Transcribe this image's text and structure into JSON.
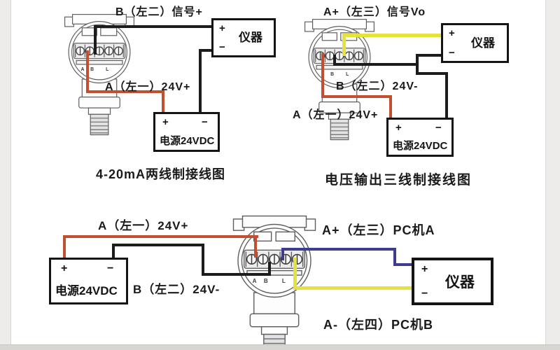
{
  "signs": {
    "plus": "+",
    "minus": "−"
  },
  "transmitter": {
    "terminal_marks": [
      "A",
      "B",
      "L"
    ]
  },
  "colors": {
    "wire_black": "#1c1c1c",
    "wire_red": "#c14f30",
    "wire_yellow": "#e4e23c",
    "wire_blue": "#3d3d8f"
  },
  "diagrams": {
    "two_wire": {
      "title": "B（左二）信号+",
      "label_24v_plus": "A（左一）24V+",
      "caption": "4-20mA两线制接线图",
      "instrument": {
        "name": "仪器"
      },
      "power": {
        "name": "电源24VDC"
      }
    },
    "three_wire": {
      "title": "A+（左三）信号Vo",
      "label_24v_minus": "B（左二）24V-",
      "label_24v_plus": "A（左一）24V+",
      "caption": "电压输出三线制接线图",
      "instrument": {
        "name": "仪器"
      },
      "power": {
        "name": "电源24VDC"
      }
    },
    "rs485": {
      "label_24v_plus": "A（左一）24V+",
      "label_pc_a": "A+（左三）PC机A",
      "label_24v_minus": "B（左二）24V-",
      "label_pc_b": "A-（左四）PC机B",
      "instrument": {
        "name": "仪器"
      },
      "power": {
        "name": "电源24VDC"
      }
    }
  }
}
